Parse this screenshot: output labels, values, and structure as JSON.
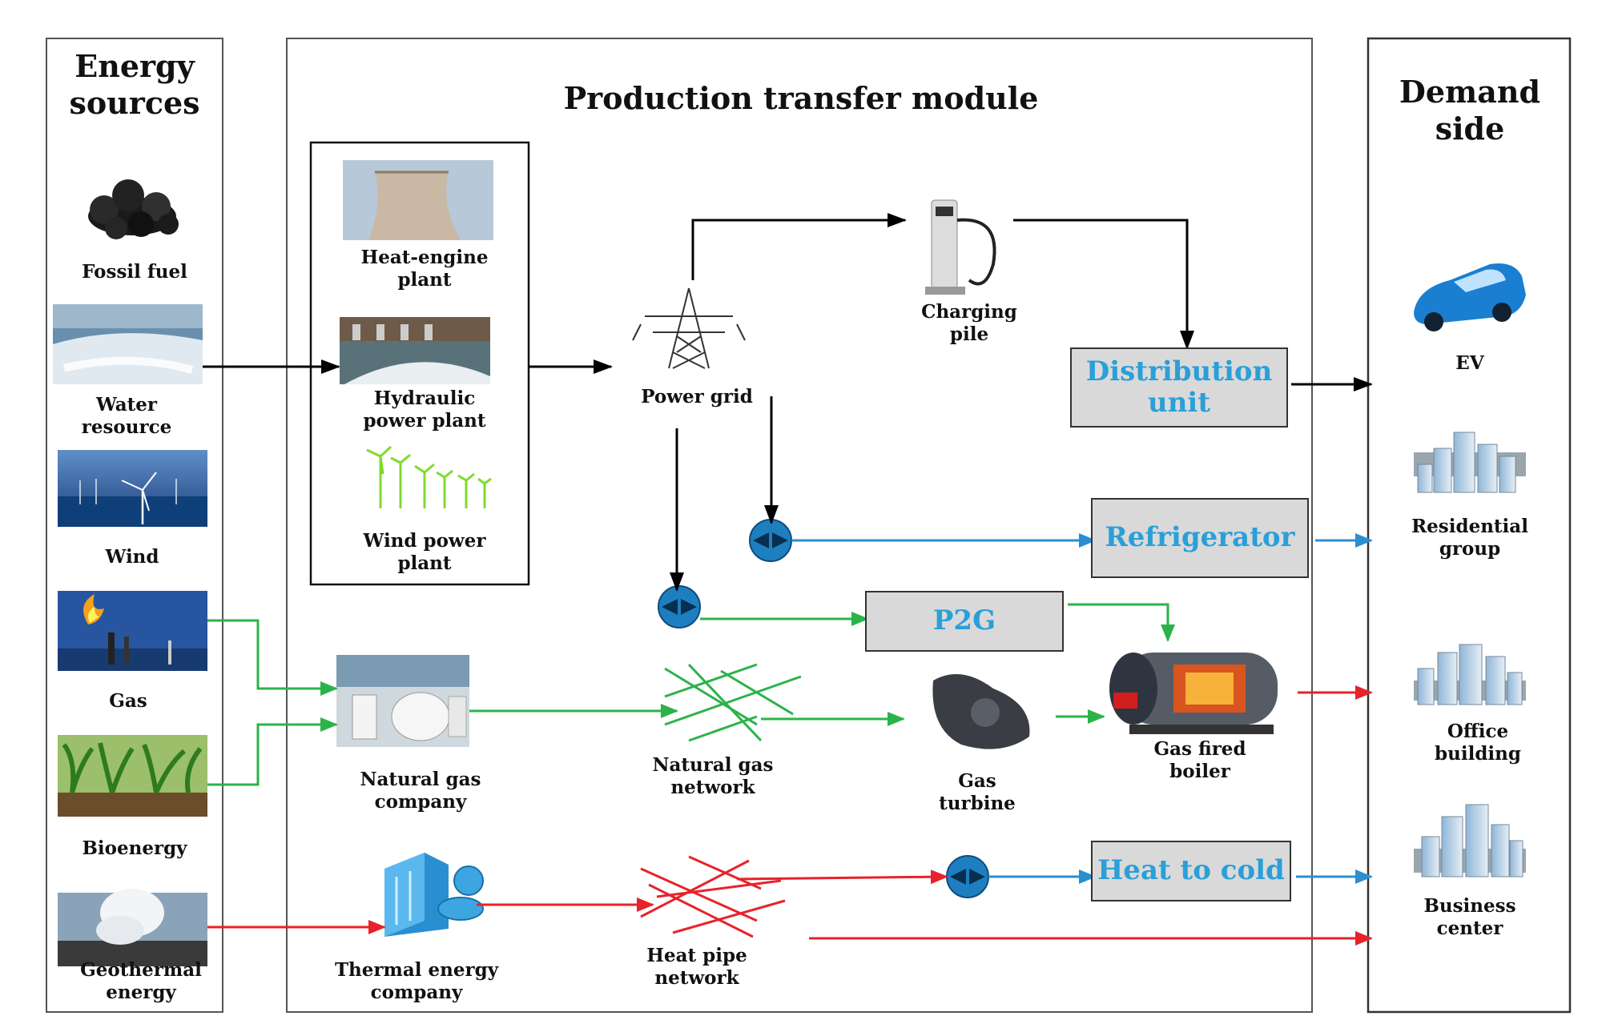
{
  "panels": {
    "energy_sources": "Energy\nsources",
    "production": "Production transfer module",
    "demand": "Demand\nside"
  },
  "sources": [
    "Fossil fuel",
    "Water\nresource",
    "Wind",
    "Gas",
    "Bioenergy",
    "Geothermal\nenergy"
  ],
  "plants": [
    "Heat-engine\nplant",
    "Hydraulic\npower plant",
    "Wind power\nplant"
  ],
  "nodes": {
    "power_grid": "Power grid",
    "charging_pile": "Charging\npile",
    "natural_gas_company": "Natural gas\ncompany",
    "natural_gas_network": "Natural gas\nnetwork",
    "gas_turbine": "Gas\nturbine",
    "gas_fired_boiler": "Gas fired\nboiler",
    "thermal_energy_company": "Thermal energy\ncompany",
    "heat_pipe_network": "Heat pipe\nnetwork"
  },
  "units": {
    "distribution": "Distribution\nunit",
    "refrigerator": "Refrigerator",
    "p2g": "P2G",
    "heat_to_cold": "Heat to cold"
  },
  "demand": [
    "EV",
    "Residential\ngroup",
    "Office\nbuilding",
    "Business\ncenter"
  ],
  "colors": {
    "electric": "#000000",
    "cooling": "#2a8fd0",
    "gas": "#2bb34a",
    "heat": "#e8222a",
    "unit_text": "#2a9fd8",
    "unit_fill": "#d9d9d9"
  }
}
